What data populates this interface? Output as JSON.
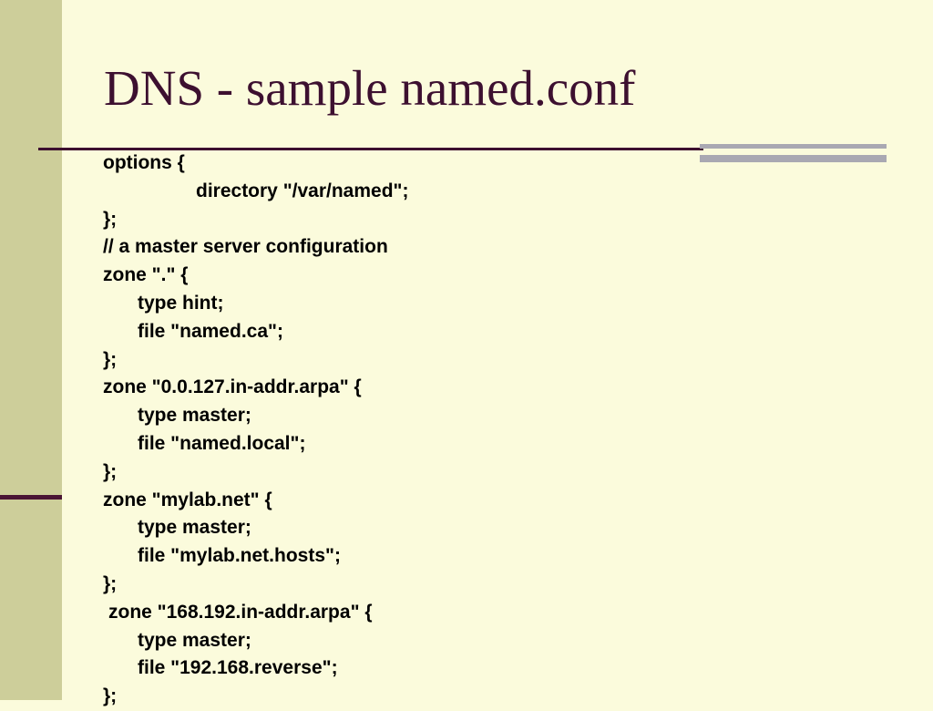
{
  "slide": {
    "title": "DNS - sample named.conf",
    "code_lines": [
      "options {",
      "directory \"/var/named\";",
      "};",
      "// a master server configuration",
      "zone \".\" {",
      "type hint;",
      "file \"named.ca\";",
      "};",
      "zone \"0.0.127.in-addr.arpa\" {",
      "type master;",
      "file \"named.local\";",
      "};",
      "zone \"mylab.net\" {",
      "type master;",
      "file \"mylab.net.hosts\";",
      "};",
      "zone \"168.192.in-addr.arpa\" {",
      "type master;",
      "file \"192.168.reverse\";",
      "};"
    ]
  },
  "colors": {
    "background": "#FBFBDC",
    "left_band": "#CDCE9A",
    "title_text": "#3D1030",
    "accent_bar": "#4A1534",
    "gray_bars": "#A9A8B2",
    "code_text": "#000000"
  }
}
